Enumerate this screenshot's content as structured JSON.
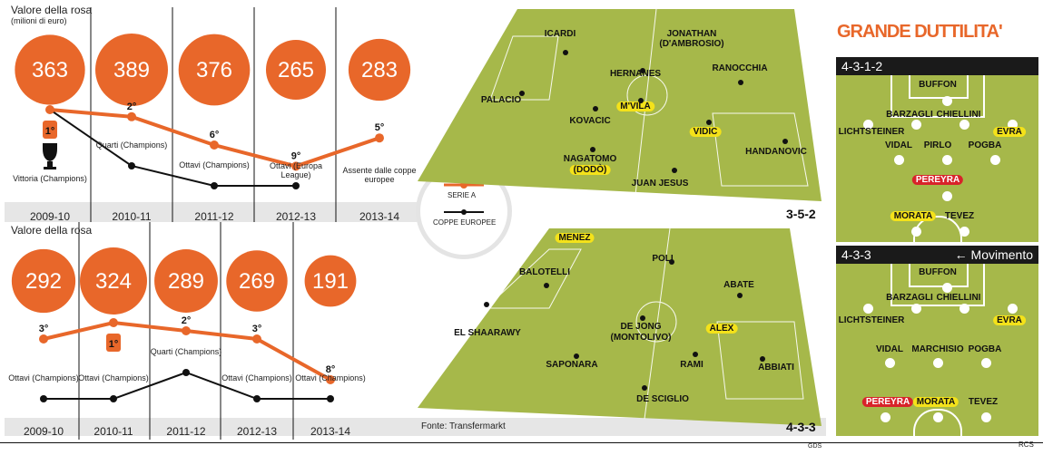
{
  "colors": {
    "serie_a": "#e8672a",
    "cups": "#111111",
    "pitch": "#a6b84a",
    "highlight": "#f4e21a",
    "red": "#d8232a"
  },
  "chart_data": [
    {
      "type": "line",
      "title": "Valore della rosa",
      "subtitle": "(milioni di euro)",
      "categories": [
        "2009-10",
        "2010-11",
        "2011-12",
        "2012-13",
        "2013-14"
      ],
      "bubble_values": [
        363,
        389,
        376,
        265,
        283
      ],
      "series": [
        {
          "name": "SERIE A",
          "values": [
            1,
            2,
            6,
            9,
            5
          ],
          "labels": [
            "1°",
            "2°",
            "6°",
            "9°",
            "5°"
          ]
        },
        {
          "name": "COPPE EUROPEE",
          "values": [
            "Vittoria",
            "Quarti",
            "Ottavi",
            "Ottavi",
            null
          ],
          "labels": [
            "Vittoria (Champions)",
            "Quarti (Champions)",
            "Ottavi (Champions)",
            "Ottavi (Europa League)",
            "Assente dalle coppe europee"
          ]
        }
      ],
      "formation": "3-5-2"
    },
    {
      "type": "line",
      "title": "Valore della rosa",
      "categories": [
        "2009-10",
        "2010-11",
        "2011-12",
        "2012-13",
        "2013-14"
      ],
      "bubble_values": [
        292,
        324,
        289,
        269,
        191
      ],
      "series": [
        {
          "name": "SERIE A",
          "values": [
            3,
            1,
            2,
            3,
            8
          ],
          "labels": [
            "3°",
            "1°",
            "2°",
            "3°",
            "8°"
          ]
        },
        {
          "name": "COPPE EUROPEE",
          "values": [
            "Ottavi",
            "Ottavi",
            "Quarti",
            "Ottavi",
            "Ottavi"
          ],
          "labels": [
            "Ottavi (Champions)",
            "Ottavi (Champions)",
            "Quarti (Champions)",
            "Ottavi (Champions)",
            "Ottavi (Champions)"
          ]
        }
      ],
      "formation": "4-3-3",
      "source": "Fonte: Transfermarkt"
    }
  ],
  "legend": {
    "serie_a": "SERIE A",
    "cups": "COPPE EUROPEE"
  },
  "pitch_top": [
    "ICARDI",
    "JONATHAN",
    "(D'AMBROSIO)",
    "HERNANES",
    "RANOCCHIA",
    "PALACIO",
    "KOVACIC",
    "M'VILA",
    "VIDIC",
    "HANDANOVIC",
    "NAGATOMO",
    "(DODÒ)",
    "JUAN JESUS"
  ],
  "pitch_bottom": [
    "MENEZ",
    "POLI",
    "BALOTELLI",
    "ABATE",
    "DE JONG",
    "(MONTOLIVO)",
    "ALEX",
    "EL SHAARAWY",
    "SAPONARA",
    "RAMI",
    "ABBIATI",
    "DE SCIGLIO"
  ],
  "right": {
    "title": "GRANDE DUTTILITA'",
    "f1": "4-3-1-2",
    "f2": "4-3-3",
    "movement": "← Movimento",
    "p1": [
      "BUFFON",
      "BARZAGLI",
      "CHIELLINI",
      "LICHTSTEINER",
      "EVRA",
      "VIDAL",
      "PIRLO",
      "POGBA",
      "PEREYRA",
      "MORATA",
      "TEVEZ"
    ],
    "p2": [
      "BUFFON",
      "BARZAGLI",
      "CHIELLINI",
      "LICHTSTEINER",
      "EVRA",
      "VIDAL",
      "MARCHISIO",
      "POGBA",
      "PEREYRA",
      "MORATA",
      "TEVEZ"
    ]
  },
  "credits": {
    "gds": "GDS",
    "rcs": "RCS"
  }
}
